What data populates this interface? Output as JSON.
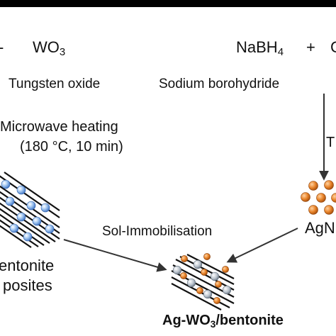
{
  "top_row": {
    "left_fragment": "-",
    "wo3_main": "WO",
    "wo3_sub": "3",
    "nabh4_main": "NaBH",
    "nabh4_sub": "4",
    "plus": "+",
    "right_fragment": "C"
  },
  "names": {
    "tungsten_oxide": "Tungsten oxide",
    "sodium_borohydride": "Sodium borohydride"
  },
  "process": {
    "microwave_line1": "Microwave heating",
    "microwave_line2": "(180 °C, 10 min)",
    "right_fragment": "T",
    "sol_immobilisation": "Sol-Immobilisation"
  },
  "products": {
    "left_line1": "entonite",
    "left_line2": "posites",
    "agnp_fragment": "AgN",
    "final_prefix": "Ag-WO",
    "final_sub": "3",
    "final_suffix": "/bentonite"
  },
  "colors": {
    "clay_lines": "#111111",
    "wo3_particle": "#8fb8e8",
    "ag_particle": "#e8842a",
    "ag_particle_dark": "#c7621a",
    "arrow": "#333333",
    "top_bar": "#000000"
  }
}
